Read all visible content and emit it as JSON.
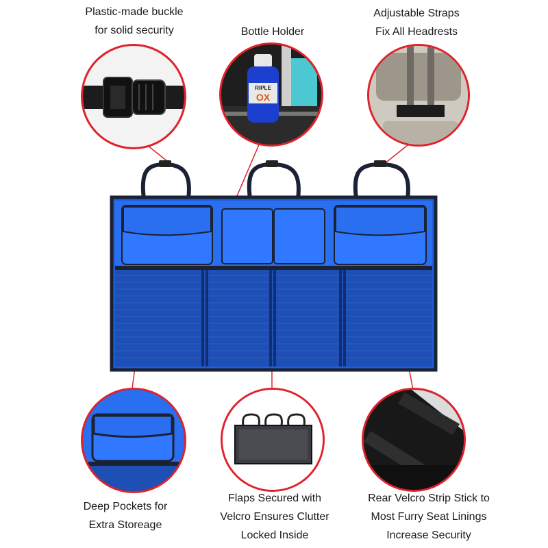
{
  "callouts": {
    "buckle": {
      "lines": [
        "Plastic-made buckle",
        "for solid security"
      ]
    },
    "bottle": {
      "lines": [
        "Bottle Holder"
      ],
      "bottle_label_top": "RIPLE",
      "bottle_label_main": "OX"
    },
    "straps": {
      "lines": [
        "Adjustable Straps",
        "Fix All Headrests"
      ]
    },
    "pockets": {
      "lines": [
        "Deep Pockets for",
        "Extra Storeage"
      ]
    },
    "flaps": {
      "lines": [
        "Flaps Secured with",
        "Velcro Ensures Clutter",
        "Locked Inside"
      ]
    },
    "velcro": {
      "lines": [
        "Rear Velcro Strip Stick to",
        "Most Furry Seat Linings",
        "Increase Security"
      ]
    }
  },
  "colors": {
    "accent_red": "#e0222a",
    "organizer_blue": "#1f5fd8",
    "pocket_blue": "#2a6ff0",
    "mesh_blue": "#1d4fb5",
    "trim": "#1b2233"
  }
}
